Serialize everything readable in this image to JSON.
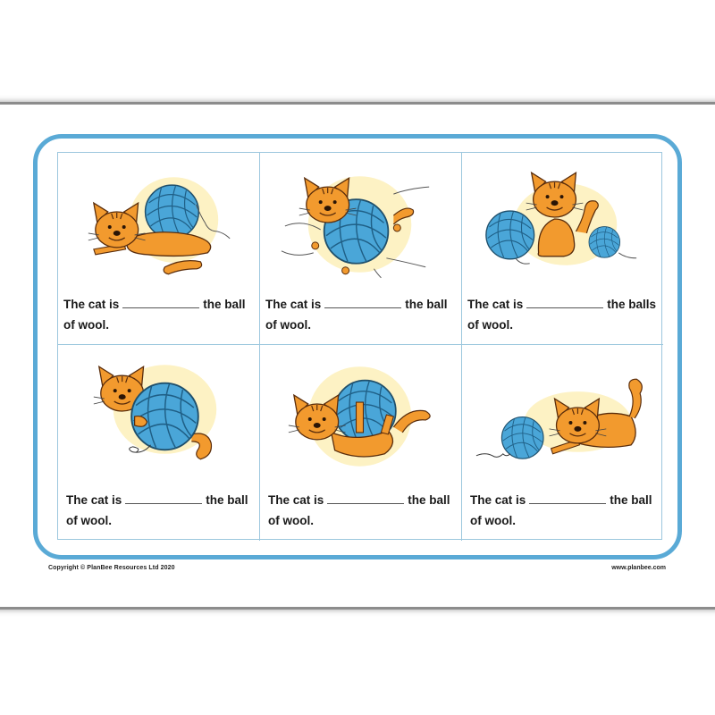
{
  "colors": {
    "frame_blue": "#5aaad6",
    "grid_line": "#9cc7de",
    "cat_orange": "#f29a2e",
    "wool_blue": "#4aa6d8",
    "glow_yellow": "#fdf2c4"
  },
  "cards": [
    {
      "prefix": "The cat is",
      "suffix": "the ball",
      "line2": "of wool.",
      "scene": "cat-lying-in-front-of-ball"
    },
    {
      "prefix": "The cat is",
      "suffix": "the ball",
      "line2": "of wool.",
      "scene": "cat-tangled-in-ball"
    },
    {
      "prefix": "The cat is",
      "suffix": "the balls",
      "line2": "of wool.",
      "scene": "cat-sitting-between-balls"
    },
    {
      "prefix": "The cat is",
      "suffix": "the ball",
      "line2": "of wool.",
      "scene": "cat-behind-ball"
    },
    {
      "prefix": "The cat is",
      "suffix": "the ball",
      "line2": "of wool.",
      "scene": "cat-on-top-of-ball"
    },
    {
      "prefix": "The cat is",
      "suffix": "the ball",
      "line2": "of wool.",
      "scene": "cat-next-to-ball"
    }
  ],
  "footer": {
    "copyright": "Copyright © PlanBee Resources Ltd 2020",
    "website": "www.planbee.com"
  }
}
